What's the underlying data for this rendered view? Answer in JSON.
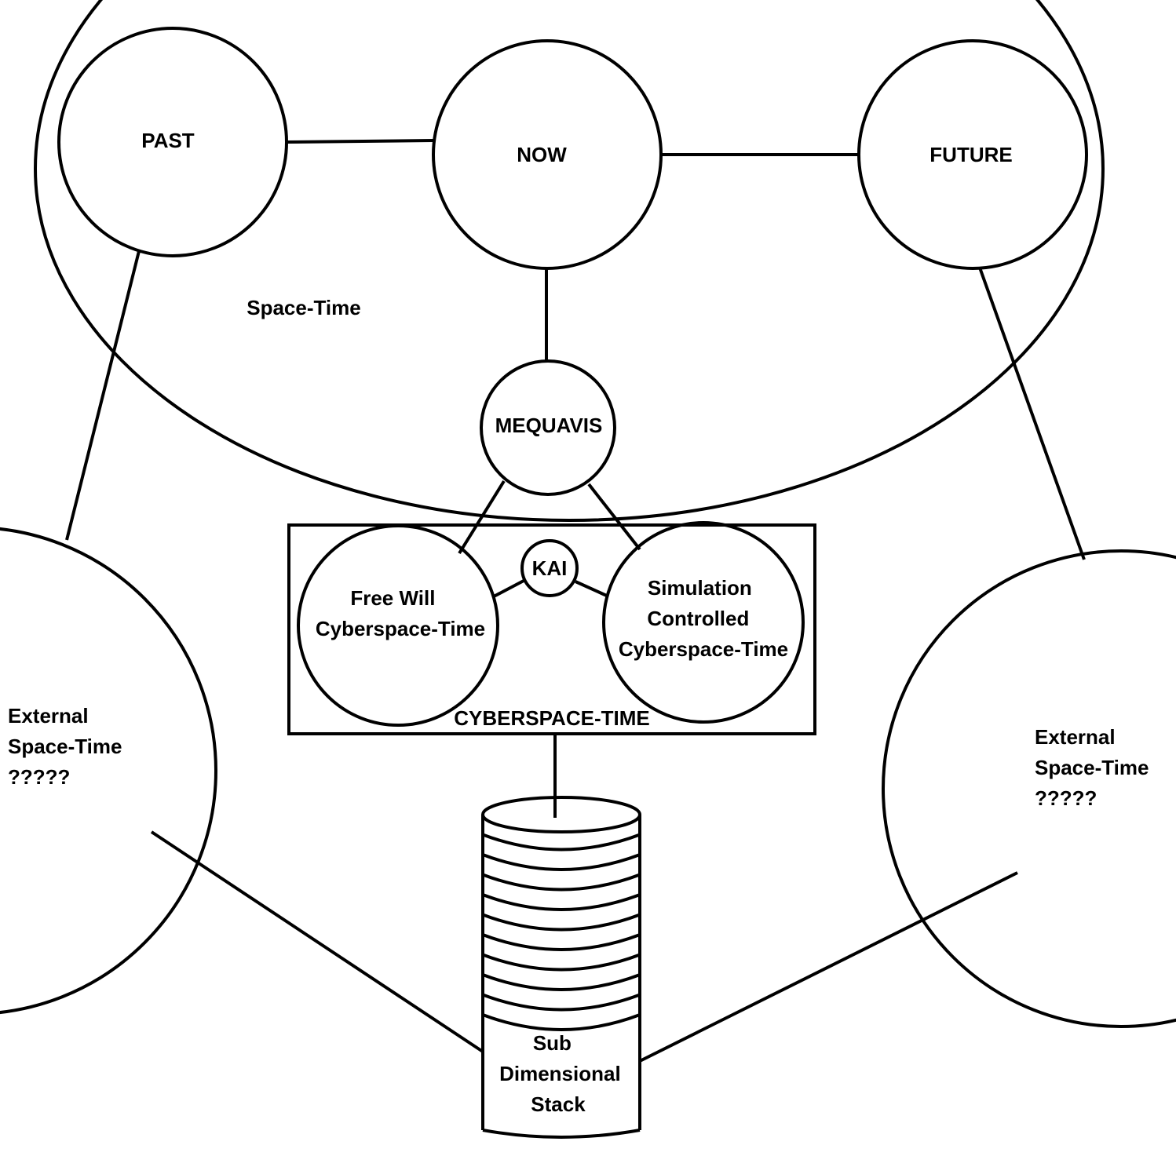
{
  "diagram": {
    "space_time_label": "Space-Time",
    "past_label": "PAST",
    "now_label": "NOW",
    "future_label": "FUTURE",
    "mequavis_label": "MEQUAVIS",
    "kai_label": "KAI",
    "free_will_lines": [
      "Free Will",
      "Cyberspace-Time"
    ],
    "simulation_lines": [
      "Simulation",
      "Controlled",
      "Cyberspace-Time"
    ],
    "cyberspace_label": "CYBERSPACE-TIME",
    "external_left_lines": [
      "External",
      "Space-Time",
      "?????"
    ],
    "external_right_lines": [
      "External",
      "Space-Time",
      "?????"
    ],
    "stack_lines": [
      "Sub",
      "Dimensional",
      "Stack"
    ],
    "stack_layers": 10
  }
}
